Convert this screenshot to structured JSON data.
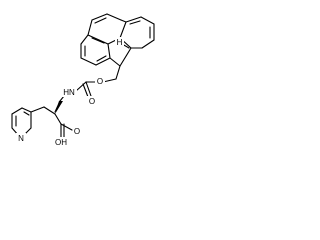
{
  "structure": {
    "labels": {
      "stereocenter_H": "H",
      "carbamate_ether_O": "O",
      "carbamate_carbonyl_O": "O",
      "amide_NH": "HN",
      "acid_carbonyl_O": "O",
      "acid_OH": "OH",
      "pyridine_N": "N"
    }
  }
}
